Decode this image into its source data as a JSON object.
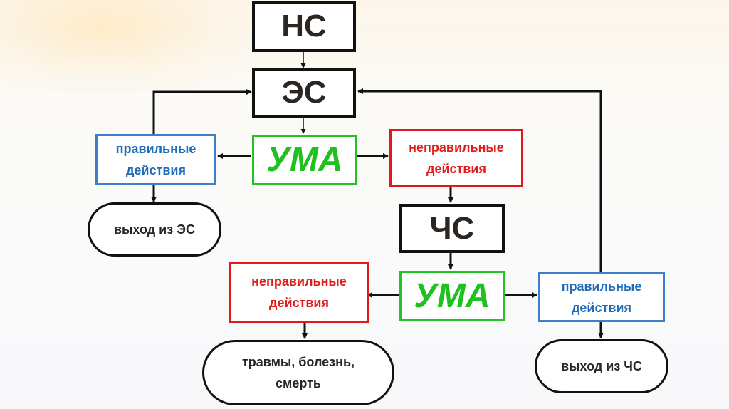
{
  "diagram": {
    "nodes": {
      "ns": "НС",
      "es": "ЭС",
      "uma_top": "УМА",
      "correct_top_l1": "правильные",
      "correct_top_l2": "действия",
      "wrong_top_l1": "неправильные",
      "wrong_top_l2": "действия",
      "exit_es": "выход из ЭС",
      "chs": "ЧС",
      "uma_bottom": "УМА",
      "wrong_bottom_l1": "неправильные",
      "wrong_bottom_l2": "действия",
      "correct_bottom_l1": "правильные",
      "correct_bottom_l2": "действия",
      "outcome_l1": "травмы, болезнь,",
      "outcome_l2": "смерть",
      "exit_chs": "выход из ЧС"
    },
    "edges": [
      {
        "from": "НС",
        "to": "ЭС"
      },
      {
        "from": "ЭС",
        "to": "УМА (верх)"
      },
      {
        "from": "УМА (верх)",
        "to": "правильные действия (верх)"
      },
      {
        "from": "УМА (верх)",
        "to": "неправильные действия (верх)"
      },
      {
        "from": "правильные действия (верх)",
        "to": "ЭС"
      },
      {
        "from": "правильные действия (верх)",
        "to": "выход из ЭС"
      },
      {
        "from": "неправильные действия (верх)",
        "to": "ЧС"
      },
      {
        "from": "ЧС",
        "to": "УМА (низ)"
      },
      {
        "from": "УМА (низ)",
        "to": "неправильные действия (низ)"
      },
      {
        "from": "УМА (низ)",
        "to": "правильные действия (низ)"
      },
      {
        "from": "неправильные действия (низ)",
        "to": "травмы, болезнь, смерть"
      },
      {
        "from": "правильные действия (низ)",
        "to": "ЭС"
      },
      {
        "from": "правильные действия (низ)",
        "to": "выход из ЧС"
      }
    ],
    "colors": {
      "black": "#111111",
      "green": "#1fc11f",
      "blue": "#1f6cb8",
      "red": "#e21b1b"
    }
  }
}
